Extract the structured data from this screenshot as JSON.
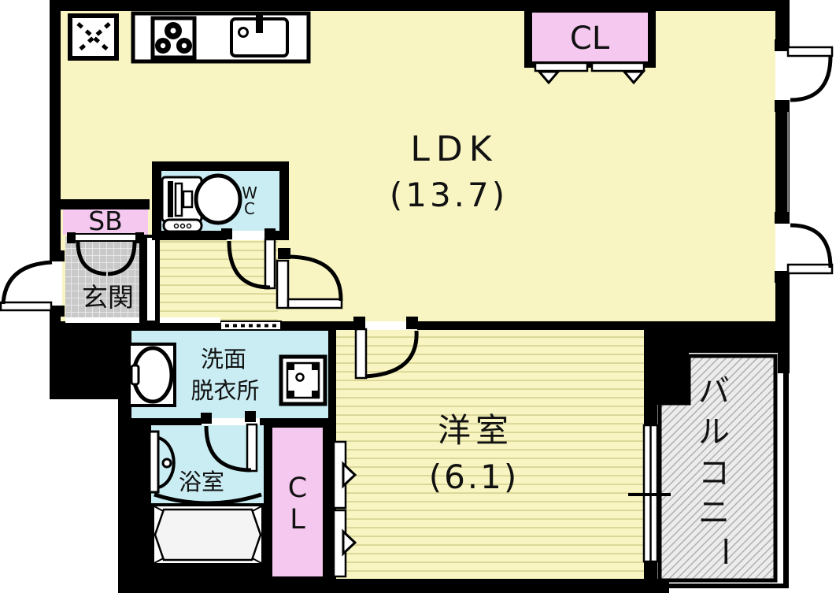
{
  "plan": {
    "type": "apartment-floor-plan",
    "colors": {
      "wall": "#000000",
      "room_yellow": "#f8f5c2",
      "stripe_line": "#d9d596",
      "water_blue": "#c9edf3",
      "closet_pink": "#f4c8ef",
      "tile_gray": "#c9c9c9",
      "tile_line": "#efefef",
      "balcony_bg": "#ececec",
      "balcony_line": "#b0b0b0",
      "outline_gray": "#aaaaaa"
    },
    "rooms": {
      "ldk": {
        "name": "LDK",
        "area": "(13.7)"
      },
      "western": {
        "name": "洋室",
        "area": "(6.1)"
      },
      "closet_top": {
        "name": "CL"
      },
      "closet_bottom": {
        "line1": "C",
        "line2": "L"
      },
      "shoe_box": {
        "name": "SB"
      },
      "entrance": {
        "name": "玄関"
      },
      "toilet": {
        "line1": "W",
        "line2": "C"
      },
      "washroom": {
        "line1": "洗面",
        "line2": "脱衣所"
      },
      "bathroom": {
        "name": "浴室"
      },
      "balcony": {
        "name": "バルコニー",
        "chars": [
          "バ",
          "ル",
          "コ",
          "ニ",
          "ー"
        ]
      }
    }
  }
}
